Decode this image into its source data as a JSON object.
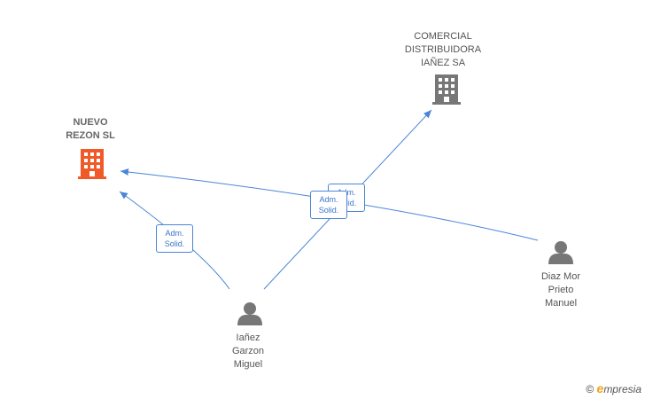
{
  "nodes": {
    "company_1": {
      "label_line1": "NUEVO",
      "label_line2": "REZON  SL",
      "icon": "building-icon",
      "color": "#f05a28"
    },
    "company_2": {
      "label_line1": "COMERCIAL",
      "label_line2": "DISTRIBUIDORA",
      "label_line3": "IAÑEZ SA",
      "icon": "building-icon",
      "color": "#777777"
    },
    "person_1": {
      "label_line1": "Iañez",
      "label_line2": "Garzon",
      "label_line3": "Miguel",
      "icon": "person-icon",
      "color": "#777777"
    },
    "person_2": {
      "label_line1": "Diaz Mor",
      "label_line2": "Prieto",
      "label_line3": "Manuel",
      "icon": "person-icon",
      "color": "#777777"
    }
  },
  "edges": [
    {
      "from": "person_1",
      "to": "company_1",
      "label_line1": "Adm.",
      "label_line2": "Solid."
    },
    {
      "from": "person_1",
      "to": "company_2",
      "label_line1": "Adm.",
      "label_line2": "Solid."
    },
    {
      "from": "person_2",
      "to": "company_1",
      "label_line1": "Adm.",
      "label_line2": "Solid."
    }
  ],
  "colors": {
    "edge": "#4a86d6"
  },
  "watermark": {
    "copyright": "©",
    "brand_initial": "e",
    "brand_rest": "mpresia"
  }
}
